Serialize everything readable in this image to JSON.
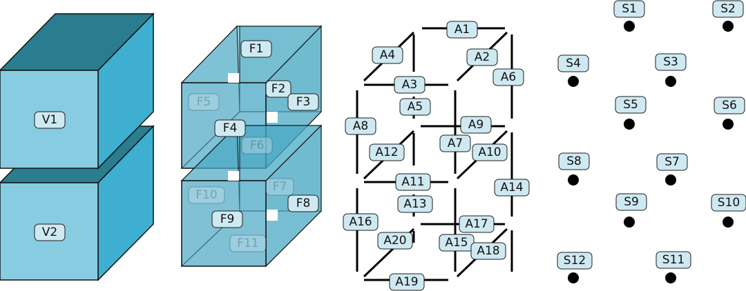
{
  "volumes": [
    "V1",
    "V2"
  ],
  "faces": [
    "F1",
    "F2",
    "F3",
    "F4",
    "F5",
    "F6",
    "F7",
    "F8",
    "F9",
    "F10",
    "F11"
  ],
  "edges": [
    "A1",
    "A2",
    "A3",
    "A4",
    "A5",
    "A6",
    "A7",
    "A8",
    "A9",
    "A10",
    "A11",
    "A12",
    "A13",
    "A14",
    "A15",
    "A16",
    "A17",
    "A18",
    "A19",
    "A20"
  ],
  "vertices": [
    "S1",
    "S2",
    "S3",
    "S4",
    "S5",
    "S6",
    "S7",
    "S8",
    "S9",
    "S10",
    "S11",
    "S12"
  ],
  "colors": {
    "front": "#88cce2",
    "side": "#3eafd0",
    "top": "#2a7d8f",
    "face_fill": "#4aa8c4",
    "label_bg": "#cfe9f2"
  }
}
